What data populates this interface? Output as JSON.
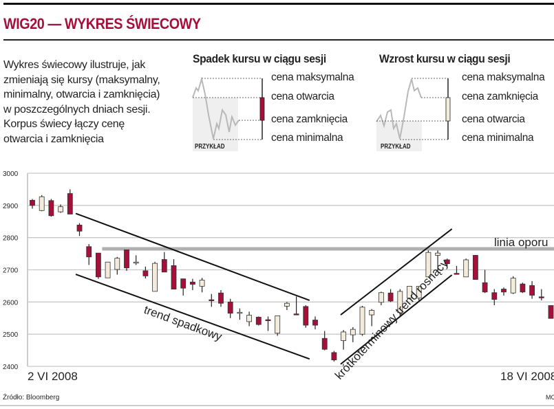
{
  "header": {
    "title": "WIG20 — WYKRES ŚWIECOWY"
  },
  "intro": {
    "lines": [
      "Wykres świecowy ilustruje, jak",
      "zmieniają się kursy (maksymalny,",
      "minimalny, otwarcia i zamknięcia)",
      "w poszczególnych dniach sesji.",
      "Korpus świecy łączy cenę",
      "otwarcia i zamknięcia"
    ]
  },
  "legend_down": {
    "title": "Spadek kursu w ciągu sesji",
    "labels": [
      "cena maksymalna",
      "cena otwarcia",
      "cena zamknięcia",
      "cena minimalna"
    ],
    "example": "PRZYKŁAD"
  },
  "legend_up": {
    "title": "Wzrost kursu w ciągu sesji",
    "labels": [
      "cena maksymalna",
      "cena zamknięcia",
      "cena otwarcia",
      "cena minimalna"
    ],
    "example": "PRZYKŁAD"
  },
  "colors": {
    "down": "#a4103a",
    "up": "#f3ecdc",
    "accent": "#a4103a",
    "grid": "#c8c8c8",
    "resistance": "#b0b0b0"
  },
  "footer": {
    "source": "Źródło: Bloomberg",
    "credit": "MC"
  },
  "chart_data": {
    "type": "candlestick",
    "title": "WIG20 — WYKRES ŚWIECOWY",
    "ylim": [
      2400,
      3000
    ],
    "yticks": [
      "3000",
      "2900",
      "2800",
      "2700",
      "2600",
      "2500",
      "2400"
    ],
    "x_start_label": "2 VI 2008",
    "x_end_label": "18 VI 2008",
    "grid": true,
    "candles": [
      [
        2916,
        2920,
        2890,
        2900
      ],
      [
        2884,
        2932,
        2882,
        2927
      ],
      [
        2915,
        2920,
        2865,
        2868
      ],
      [
        2880,
        2903,
        2877,
        2896
      ],
      [
        2937,
        2950,
        2873,
        2873
      ],
      [
        2839,
        2845,
        2805,
        2820
      ],
      [
        2772,
        2780,
        2715,
        2740
      ],
      [
        2752,
        2752,
        2672,
        2678
      ],
      [
        2675,
        2724,
        2675,
        2724
      ],
      [
        2701,
        2740,
        2685,
        2736
      ],
      [
        2762,
        2762,
        2697,
        2706
      ],
      [
        2722,
        2745,
        2715,
        2724
      ],
      [
        2697,
        2710,
        2673,
        2681
      ],
      [
        2633,
        2725,
        2633,
        2720
      ],
      [
        2732,
        2755,
        2693,
        2693
      ],
      [
        2713,
        2733,
        2640,
        2640
      ],
      [
        2672,
        2672,
        2620,
        2643
      ],
      [
        2662,
        2672,
        2637,
        2655
      ],
      [
        2649,
        2675,
        2630,
        2668
      ],
      [
        2607,
        2625,
        2585,
        2605
      ],
      [
        2628,
        2637,
        2585,
        2596
      ],
      [
        2600,
        2610,
        2550,
        2565
      ],
      [
        2566,
        2580,
        2545,
        2568
      ],
      [
        2539,
        2570,
        2525,
        2559
      ],
      [
        2553,
        2555,
        2527,
        2530
      ],
      [
        2545,
        2555,
        2510,
        2543
      ],
      [
        2503,
        2557,
        2495,
        2557
      ],
      [
        2587,
        2600,
        2575,
        2596
      ],
      [
        2563,
        2617,
        2560,
        2561
      ],
      [
        2586,
        2590,
        2520,
        2528
      ],
      [
        2544,
        2555,
        2515,
        2528
      ],
      [
        2487,
        2510,
        2450,
        2453
      ],
      [
        2443,
        2448,
        2415,
        2420
      ],
      [
        2480,
        2513,
        2452,
        2507
      ],
      [
        2498,
        2522,
        2475,
        2515
      ],
      [
        2500,
        2588,
        2495,
        2584
      ],
      [
        2560,
        2578,
        2525,
        2574
      ],
      [
        2599,
        2632,
        2590,
        2629
      ],
      [
        2628,
        2640,
        2600,
        2603
      ],
      [
        2567,
        2640,
        2557,
        2633
      ],
      [
        2612,
        2650,
        2608,
        2649
      ],
      [
        2612,
        2650,
        2605,
        2649
      ],
      [
        2678,
        2760,
        2678,
        2754
      ],
      [
        2745,
        2760,
        2695,
        2752
      ],
      [
        2731,
        2735,
        2710,
        2719
      ],
      [
        2689,
        2712,
        2685,
        2687
      ],
      [
        2678,
        2735,
        2678,
        2731
      ],
      [
        2745,
        2745,
        2670,
        2670
      ],
      [
        2660,
        2700,
        2628,
        2631
      ],
      [
        2629,
        2640,
        2590,
        2608
      ],
      [
        2640,
        2645,
        2620,
        2631
      ],
      [
        2628,
        2680,
        2625,
        2674
      ],
      [
        2656,
        2660,
        2628,
        2631
      ],
      [
        2651,
        2665,
        2610,
        2621
      ],
      [
        2616,
        2640,
        2605,
        2614
      ],
      [
        2589,
        2590,
        2550,
        2549
      ]
    ],
    "candle_format": [
      "open",
      "high",
      "low",
      "close"
    ],
    "annotations": {
      "downtrend_label": "trend spadkowy",
      "uptrend_label": "krótkoterminowy trend rosnący",
      "resistance_label": "linia oporu",
      "resistance_level": 2765,
      "downtrend_upper": [
        [
          5.6,
          2875
        ],
        [
          30.4,
          2605
        ]
      ],
      "downtrend_lower": [
        [
          5.6,
          2686
        ],
        [
          30.4,
          2423
        ]
      ],
      "uptrend_upper": [
        [
          33.7,
          2560
        ],
        [
          45.5,
          2827
        ]
      ],
      "uptrend_lower": [
        [
          33.7,
          2407
        ],
        [
          45.5,
          2684
        ]
      ]
    }
  }
}
